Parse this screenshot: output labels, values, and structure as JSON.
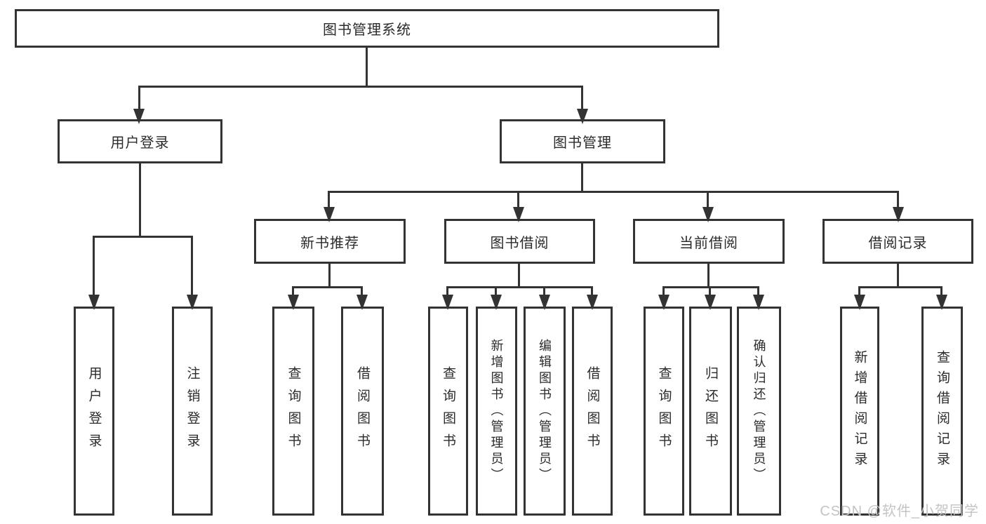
{
  "diagram_title": "图书管理系统",
  "tree": {
    "label": "图书管理系统",
    "children": [
      {
        "label": "用户登录",
        "children": [
          {
            "label": "用户登录"
          },
          {
            "label": "注销登录"
          }
        ]
      },
      {
        "label": "图书管理",
        "children": [
          {
            "label": "新书推荐",
            "children": [
              {
                "label": "查询图书"
              },
              {
                "label": "借阅图书"
              }
            ]
          },
          {
            "label": "图书借阅",
            "children": [
              {
                "label": "查询图书"
              },
              {
                "label": "新增图书（管理员）"
              },
              {
                "label": "编辑图书（管理员）"
              },
              {
                "label": "借阅图书"
              }
            ]
          },
          {
            "label": "当前借阅",
            "children": [
              {
                "label": "查询图书"
              },
              {
                "label": "归还图书"
              },
              {
                "label": "确认归还（管理员）"
              }
            ]
          },
          {
            "label": "借阅记录",
            "children": [
              {
                "label": "新增借阅记录"
              },
              {
                "label": "查询借阅记录"
              }
            ]
          }
        ]
      }
    ]
  },
  "watermark": {
    "text": "CSDN @软件_小贺同学"
  },
  "colors": {
    "line": "#333333",
    "text": "#2b2b2b",
    "background": "#ffffff",
    "watermark": "#c4c4c4"
  }
}
